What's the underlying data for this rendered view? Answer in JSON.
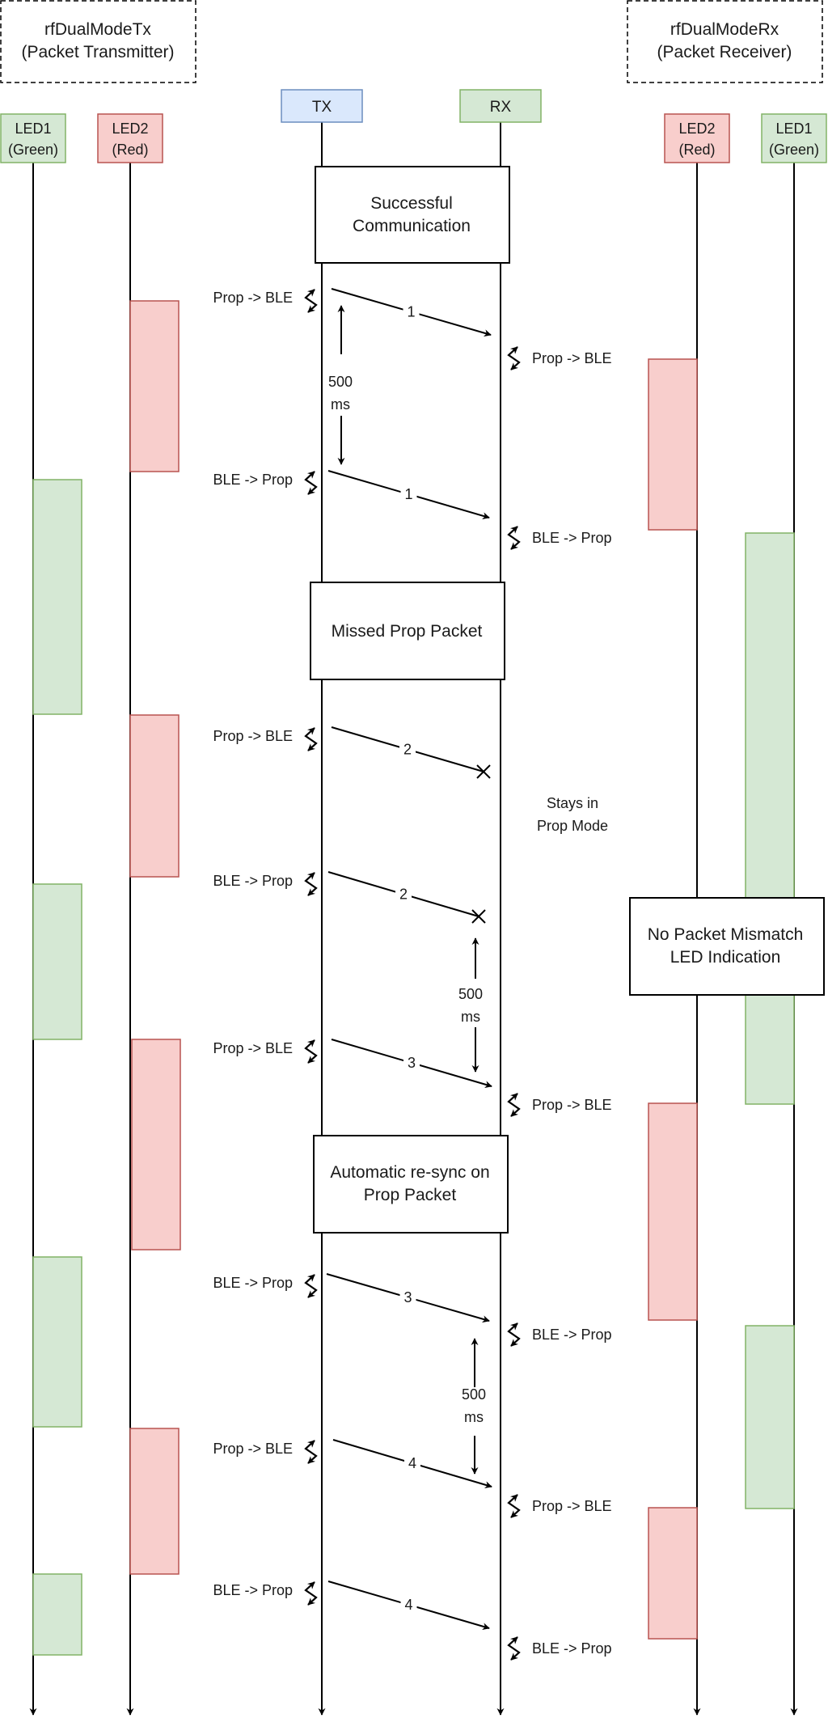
{
  "colors": {
    "line": "#000000",
    "green_fill": "#d5e8d4",
    "green_stroke": "#82b366",
    "red_fill": "#f8cecc",
    "red_stroke": "#b85450",
    "blue_fill": "#dae8fc",
    "blue_stroke": "#6c8ebf",
    "background": "#ffffff"
  },
  "boxes": {
    "tx_app_line1": "rfDualModeTx",
    "tx_app_line2": "(Packet Transmitter)",
    "rx_app_line1": "rfDualModeRx",
    "rx_app_line2": "(Packet Receiver)"
  },
  "lifelines": {
    "tx_led1": [
      "LED1",
      "(Green)"
    ],
    "tx_led2": [
      "LED2",
      "(Red)"
    ],
    "tx": [
      "TX"
    ],
    "rx": [
      "RX"
    ],
    "rx_led2": [
      "LED2",
      "(Red)"
    ],
    "rx_led1": [
      "LED1",
      "(Green)"
    ]
  },
  "sections": {
    "successful": [
      "Successful",
      "Communication"
    ],
    "missed": [
      "Missed Prop Packet"
    ],
    "no_mismatch": [
      "No Packet Mismatch",
      "LED Indication"
    ],
    "resync": [
      "Automatic re-sync on",
      "Prop Packet"
    ]
  },
  "labels": {
    "prop_to_ble": "Prop -> BLE",
    "ble_to_prop": "BLE -> Prop",
    "ms500_line1": "500",
    "ms500_line2": "ms",
    "stays_line1": "Stays in",
    "stays_line2": "Prop Mode"
  },
  "messages": [
    {
      "id": 1,
      "label": "1",
      "tx_switch": "Prop -> BLE",
      "rx_switch": "Prop -> BLE",
      "lost": false
    },
    {
      "id": 2,
      "label": "1",
      "tx_switch": "BLE -> Prop",
      "rx_switch": "BLE -> Prop",
      "lost": false
    },
    {
      "id": 3,
      "label": "2",
      "tx_switch": "Prop -> BLE",
      "rx_switch": "",
      "lost": true
    },
    {
      "id": 4,
      "label": "2",
      "tx_switch": "BLE -> Prop",
      "rx_switch": "",
      "lost": true
    },
    {
      "id": 5,
      "label": "3",
      "tx_switch": "Prop -> BLE",
      "rx_switch": "Prop -> BLE",
      "lost": false
    },
    {
      "id": 6,
      "label": "3",
      "tx_switch": "BLE -> Prop",
      "rx_switch": "BLE -> Prop",
      "lost": false
    },
    {
      "id": 7,
      "label": "4",
      "tx_switch": "Prop -> BLE",
      "rx_switch": "Prop -> BLE",
      "lost": false
    },
    {
      "id": 8,
      "label": "4",
      "tx_switch": "BLE -> Prop",
      "rx_switch": "BLE -> Prop",
      "lost": false
    }
  ]
}
